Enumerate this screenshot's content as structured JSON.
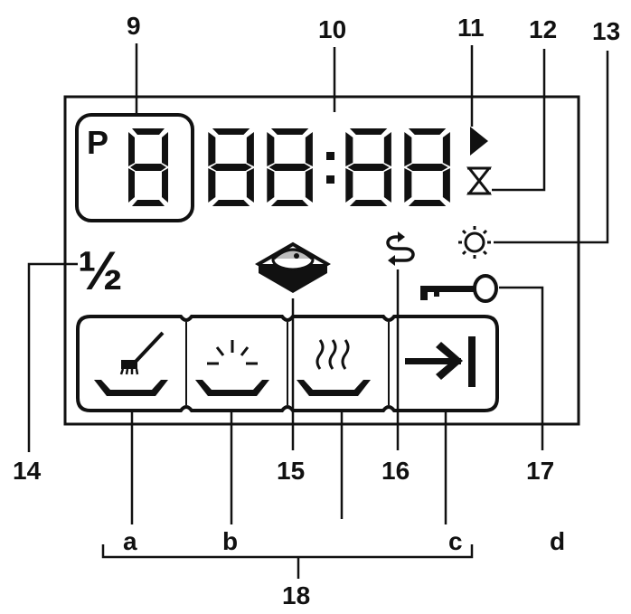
{
  "diagram": {
    "callouts": [
      "9",
      "10",
      "11",
      "12",
      "13",
      "14",
      "15",
      "16",
      "17",
      "18"
    ],
    "sublabels": [
      "a",
      "b",
      "c",
      "d"
    ],
    "display": {
      "program_letter": "P",
      "fraction": "½",
      "time_colon": ":"
    },
    "colors": {
      "ink": "#111111",
      "background": "#ffffff"
    },
    "icons": [
      "play-arrow-icon",
      "hourglass-icon",
      "sun-icon",
      "rinse-aid-icon",
      "key-icon",
      "salt-dish-icon",
      "prewash-brush-icon",
      "sparkle-dish-icon",
      "steam-dry-icon",
      "delay-end-arrow-icon"
    ]
  }
}
